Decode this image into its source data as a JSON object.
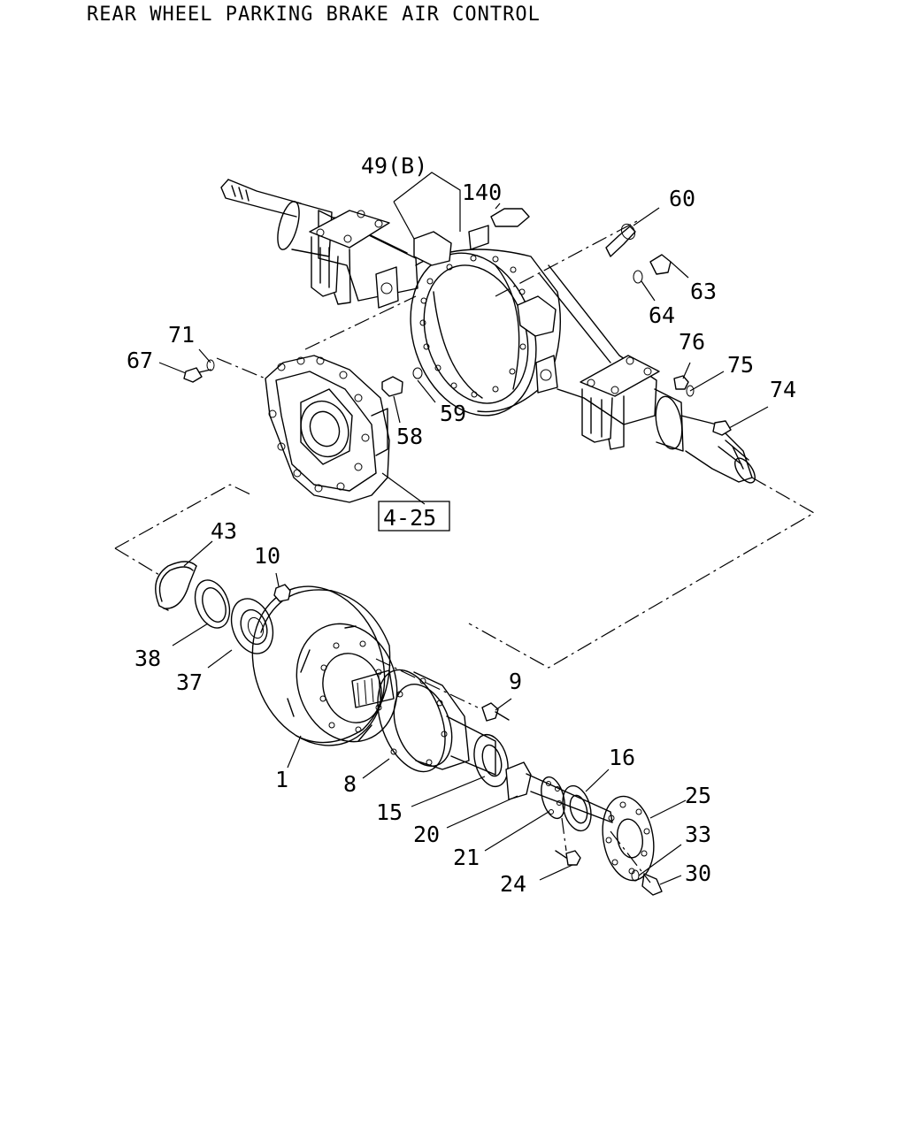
{
  "title": "REAR WHEEL PARKING BRAKE AIR CONTROL",
  "callouts": {
    "c49b": "49(B)",
    "c140": "140",
    "c60": "60",
    "c63": "63",
    "c64": "64",
    "c76": "76",
    "c75": "75",
    "c74": "74",
    "c71": "71",
    "c67": "67",
    "c58": "58",
    "c59": "59",
    "c4_25": "4-25",
    "c43": "43",
    "c10": "10",
    "c38": "38",
    "c37": "37",
    "c9": "9",
    "c1": "1",
    "c8": "8",
    "c16": "16",
    "c15": "15",
    "c25": "25",
    "c20": "20",
    "c33": "33",
    "c21": "21",
    "c30": "30",
    "c24": "24"
  }
}
